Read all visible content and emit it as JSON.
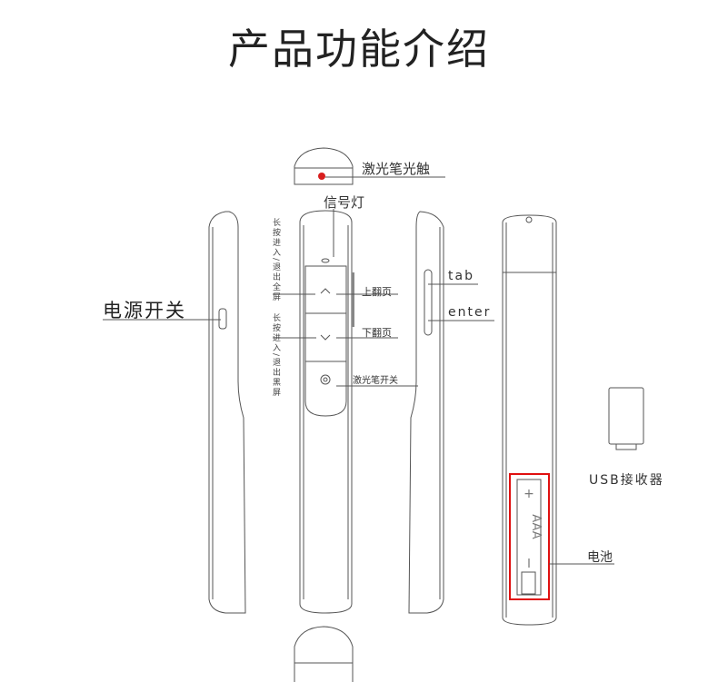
{
  "title": "产品功能介绍",
  "labels": {
    "laser_tip": "激光笔光触",
    "signal_light": "信号灯",
    "power_switch": "电源开关",
    "fullscreen_hint": "长按进入/退出全屏",
    "blackscreen_hint": "长按进入/退出黑屏",
    "page_up": "上翻页",
    "page_down": "下翻页",
    "laser_switch": "激光笔开关",
    "tab": "tab",
    "enter": "enter",
    "usb_receiver": "USB接收器",
    "battery": "电池",
    "battery_type": "AAA"
  },
  "colors": {
    "highlight": "#e01010",
    "laser_dot": "#d81e1e",
    "line": "#555555"
  }
}
